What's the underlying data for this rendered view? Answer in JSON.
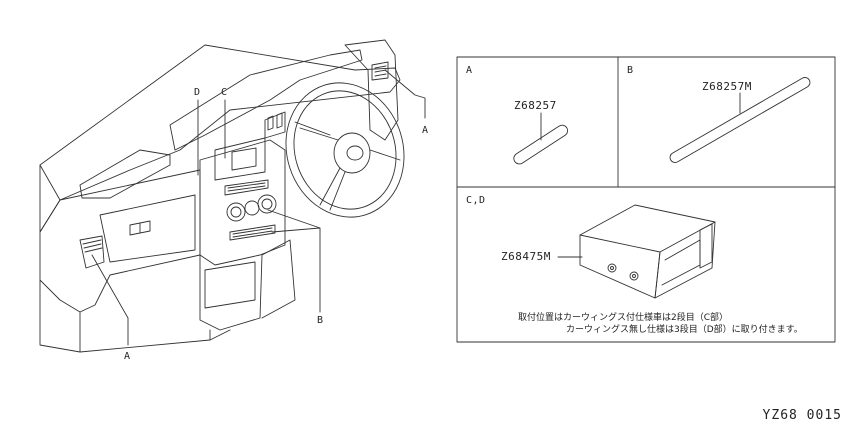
{
  "callouts": {
    "a_right": "A",
    "a_bottom": "A",
    "b": "B",
    "c": "C",
    "d": "D"
  },
  "panels": {
    "a": {
      "label": "A",
      "part_number": "Z68257"
    },
    "b": {
      "label": "B",
      "part_number": "Z68257M"
    },
    "cd": {
      "label": "C,D",
      "part_number": "Z68475M",
      "note_line1": "取付位置はカーウィングス付仕様車は2段目（C部）",
      "note_line2": "カーウィングス無し仕様は3段目（D部）に取り付きます。"
    }
  },
  "diagram_code": "YZ68 0015"
}
